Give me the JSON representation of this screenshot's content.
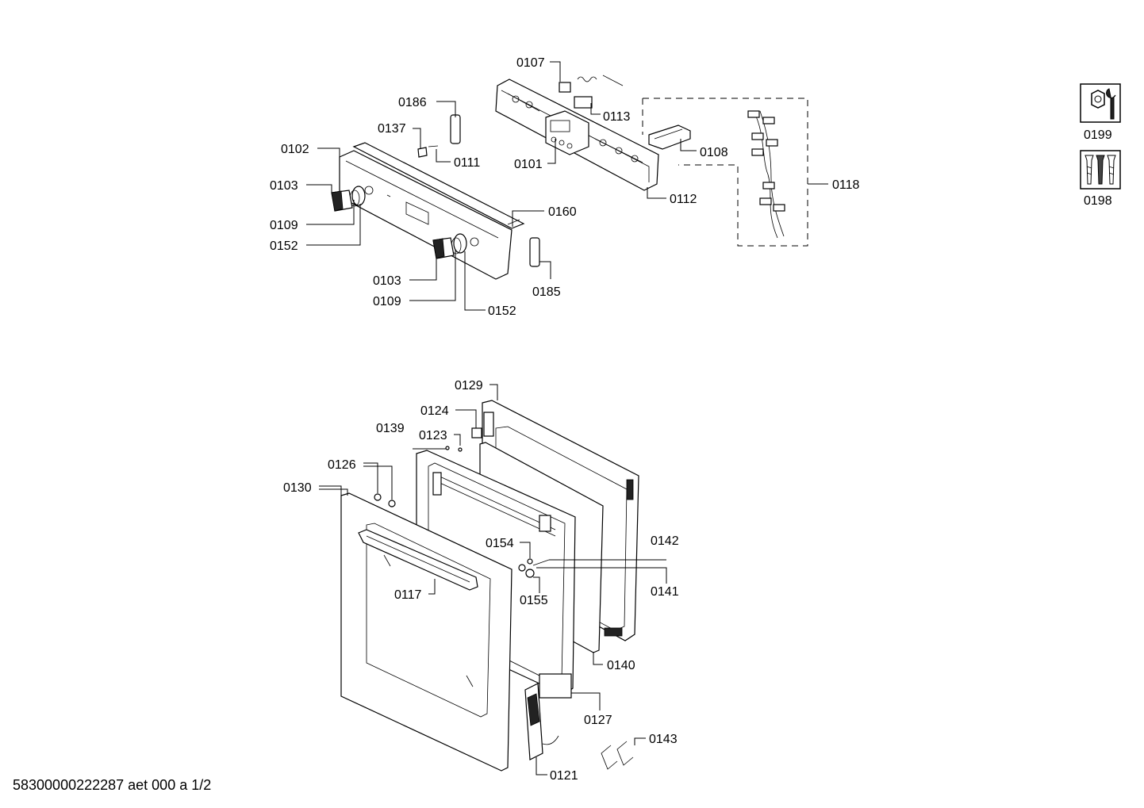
{
  "labels": {
    "p0107": "0107",
    "p0113": "0113",
    "p0186": "0186",
    "p0137": "0137",
    "p0111": "0111",
    "p0101": "0101",
    "p0108": "0108",
    "p0118": "0118",
    "p0102": "0102",
    "p0103a": "0103",
    "p0109a": "0109",
    "p0152a": "0152",
    "p0112": "0112",
    "p0160": "0160",
    "p0185": "0185",
    "p0103b": "0103",
    "p0109b": "0109",
    "p0152b": "0152",
    "p0129": "0129",
    "p0124": "0124",
    "p0139": "0139",
    "p0123": "0123",
    "p0126": "0126",
    "p0130": "0130",
    "p0154": "0154",
    "p0142": "0142",
    "p0141": "0141",
    "p0155": "0155",
    "p0117": "0117",
    "p0140": "0140",
    "p0127": "0127",
    "p0143": "0143",
    "p0121": "0121",
    "p0199": "0199",
    "p0198": "0198"
  },
  "icons": {
    "tool_set": "hex-nut-wrench-icon",
    "screw_set": "screws-icon"
  },
  "footer": "58300000222287 aet 000 a 1/2"
}
